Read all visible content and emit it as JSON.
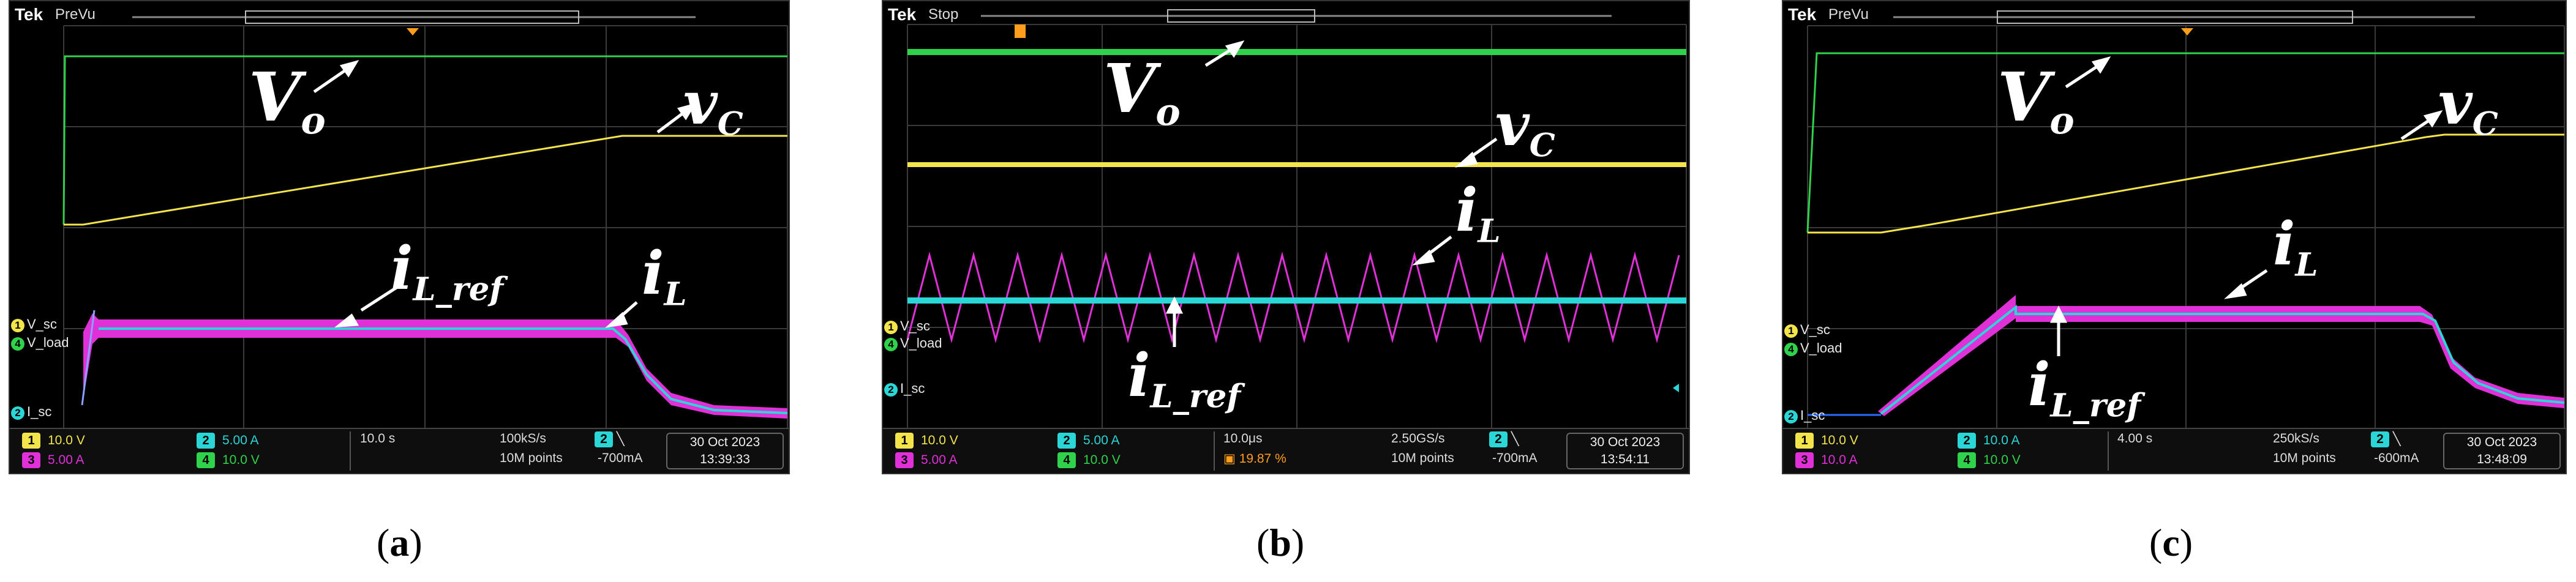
{
  "panels": [
    {
      "id": "a",
      "caption_open": "(",
      "caption_letter": "a",
      "caption_close": ")",
      "brand": "Tek",
      "mode": "PreVu",
      "channel_tags": [
        "V_sc",
        "V_load",
        "I_sc"
      ],
      "status": {
        "ch1": "10.0 V",
        "ch3": "5.00 A",
        "ch2": "5.00 A",
        "ch4": "10.0 V",
        "timebase": "10.0 s",
        "rate": "100kS/s",
        "points": "10M points",
        "trig_ch": "2",
        "trig_level": "-700mA",
        "date": "30 Oct 2023",
        "time": "13:39:33"
      },
      "labels": {
        "vo": "V",
        "vo_sub": "o",
        "vc": "v",
        "vc_sub": "C",
        "il": "i",
        "il_sub": "L",
        "iref": "i",
        "iref_sub": "L_ref"
      }
    },
    {
      "id": "b",
      "caption_open": "(",
      "caption_letter": "b",
      "caption_close": ")",
      "brand": "Tek",
      "mode": "Stop",
      "channel_tags": [
        "V_sc",
        "V_load",
        "I_sc"
      ],
      "status": {
        "ch1": "10.0 V",
        "ch3": "5.00 A",
        "ch2": "5.00 A",
        "ch4": "10.0 V",
        "timebase": "10.0μs",
        "trig_pos": "19.87 %",
        "rate": "2.50GS/s",
        "points": "10M points",
        "trig_ch": "2",
        "trig_level": "-700mA",
        "date": "30 Oct 2023",
        "time": "13:54:11"
      },
      "labels": {
        "vo": "V",
        "vo_sub": "o",
        "vc": "v",
        "vc_sub": "C",
        "il": "i",
        "il_sub": "L",
        "iref": "i",
        "iref_sub": "L_ref"
      }
    },
    {
      "id": "c",
      "caption_open": "(",
      "caption_letter": "c",
      "caption_close": ")",
      "brand": "Tek",
      "mode": "PreVu",
      "channel_tags": [
        "V_sc",
        "V_load",
        "I_sc"
      ],
      "status": {
        "ch1": "10.0 V",
        "ch3": "10.0 A",
        "ch2": "10.0 A",
        "ch4": "10.0 V",
        "timebase": "4.00 s",
        "rate": "250kS/s",
        "points": "10M points",
        "trig_ch": "2",
        "trig_level": "-600mA",
        "date": "30 Oct 2023",
        "time": "13:48:09"
      },
      "labels": {
        "vo": "V",
        "vo_sub": "o",
        "vc": "v",
        "vc_sub": "C",
        "il": "i",
        "il_sub": "L",
        "iref": "i",
        "iref_sub": "L_ref"
      }
    }
  ],
  "colors": {
    "ch1": "#f2e44a",
    "ch2": "#2ad6d6",
    "ch3": "#e030d8",
    "ch4": "#2fd24a",
    "grid": "#3a3a3a",
    "bg": "#000000"
  }
}
